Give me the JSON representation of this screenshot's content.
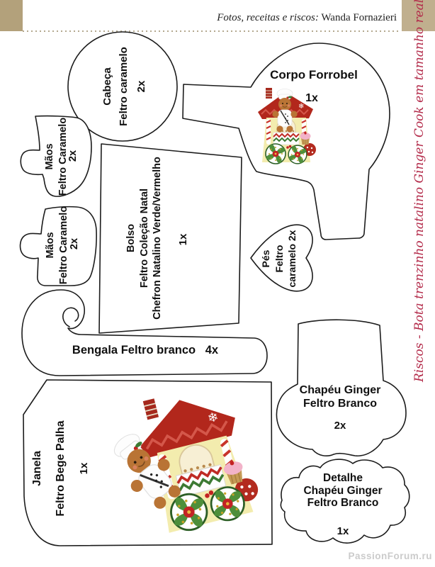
{
  "page": {
    "credit_prefix": "Fotos, receitas e riscos:",
    "credit_name": "Wanda Fornazieri",
    "side_caption": "Riscos - Bota trenzinho natalino Ginger Cook em tamanho real",
    "watermark": "PassionForum.ru",
    "colors": {
      "tan_left": "#b3a17b",
      "tan_right": "#c0af8e",
      "caption_red": "#b32b4a",
      "outline": "#1c1c1c"
    }
  },
  "pieces": {
    "cabeca": {
      "line1": "Cabeça",
      "line2": "Feltro caramelo",
      "count": "2x"
    },
    "corpo": {
      "name": "Corpo Forrobel",
      "count": "1x"
    },
    "maos_top": {
      "line1": "Mãos",
      "line2": "Feltro Caramelo",
      "count": "2x"
    },
    "maos_bottom": {
      "line1": "Mãos",
      "line2": "Feltro Caramelo",
      "count": "2x"
    },
    "bolso": {
      "line1": "Bolso",
      "line2": "Feltro Coleção Natal",
      "line3": "Chefron Natalino Verde/Vermelho",
      "count": "1x"
    },
    "pes": {
      "line1": "Pés",
      "line2": "Feltro",
      "line3": "caramelo 2x"
    },
    "bengala": {
      "label": "Bengala Feltro branco",
      "count": "4x"
    },
    "chapeu": {
      "line1": "Chapéu Ginger",
      "line2": "Feltro Branco",
      "count": "2x"
    },
    "detalhe": {
      "line1": "Detalhe",
      "line2": "Chapéu Ginger",
      "line3": "Feltro Branco",
      "count": "1x"
    },
    "janela": {
      "line1": "Janela",
      "line2": "Feltro Bege Palha",
      "count": "1x"
    }
  }
}
